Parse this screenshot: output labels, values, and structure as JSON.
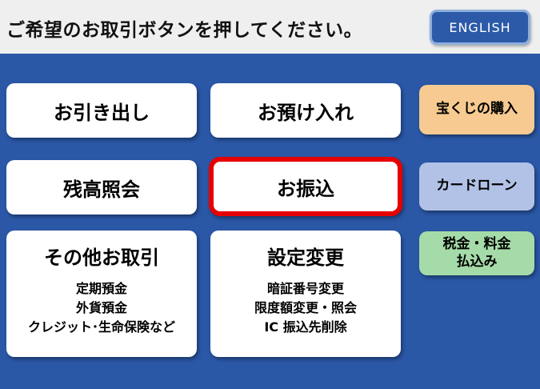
{
  "header": {
    "prompt": "ご希望のお取引ボタンを押してください。",
    "english_button": "ENGLISH"
  },
  "buttons": {
    "withdraw": "お引き出し",
    "deposit": "お預け入れ",
    "lottery": "宝くじの購入",
    "balance": "残高照会",
    "transfer": "お振込",
    "card_loan": "カードローン",
    "other": {
      "title": "その他お取引",
      "items": [
        "定期預金",
        "外貨預金",
        "クレジット･生命保険など"
      ]
    },
    "settings": {
      "title": "設定変更",
      "items": [
        "暗証番号変更",
        "限度額変更・照会",
        "IC 振込先削除"
      ]
    },
    "tax": {
      "line1": "税金・料金",
      "line2": "払込み"
    }
  },
  "colors": {
    "background_blue": "#2a57a6",
    "header_bar": "#efefef",
    "english_button": "#2c5aa8",
    "lottery_orange": "#f6ca90",
    "card_loan_periwinkle": "#b2c2e6",
    "tax_green": "#a5dba8",
    "transfer_highlight_red": "#e60000"
  }
}
